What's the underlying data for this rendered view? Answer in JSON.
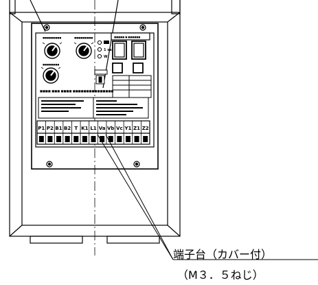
{
  "callout": {
    "label": "端子台（カバー付）",
    "sublabel": "（M３．５ねじ）"
  },
  "terminals": [
    "P1",
    "P2",
    "B1",
    "B2",
    "T",
    "K1",
    "L1",
    "Va",
    "Vb",
    "Vc",
    "Y1",
    "Z1",
    "Z2"
  ],
  "panel": {
    "status_leds": [
      "",
      "1 sa",
      "W"
    ]
  }
}
